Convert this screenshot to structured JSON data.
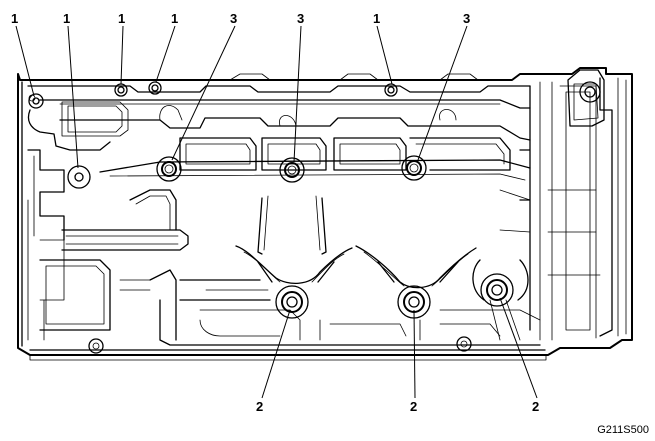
{
  "diagram": {
    "callouts": {
      "c1a": "1",
      "c1b": "1",
      "c1c": "1",
      "c1d": "1",
      "c1e": "1",
      "c3a": "3",
      "c3b": "3",
      "c3c": "3",
      "c2a": "2",
      "c2b": "2",
      "c2c": "2"
    },
    "figure_id": "G211S500"
  }
}
